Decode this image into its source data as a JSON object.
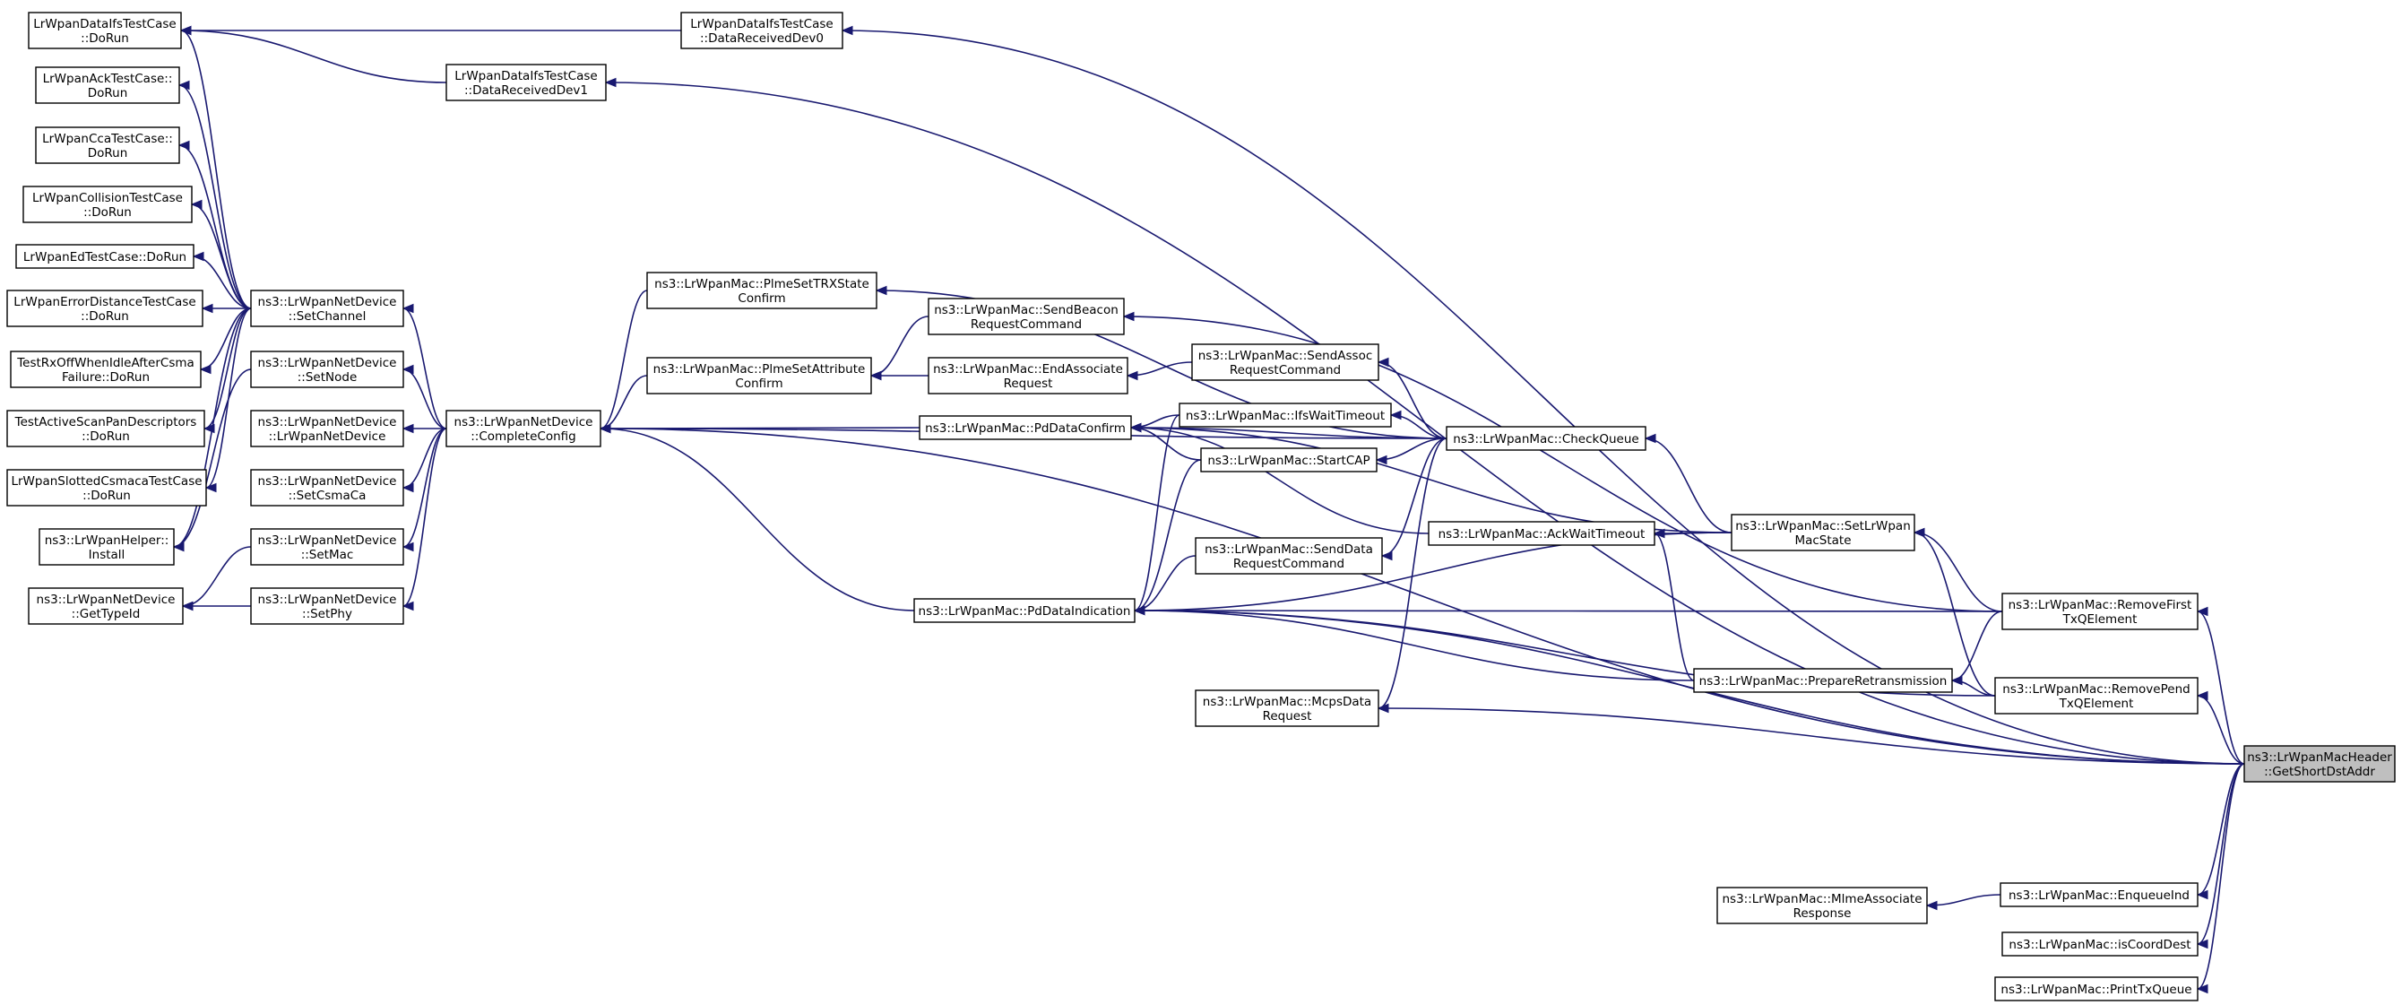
{
  "diagram": {
    "nodes": [
      {
        "id": "n_root",
        "lines": [
          "ns3::LrWpanMacHeader",
          "::GetShortDstAddr"
        ],
        "root": true
      },
      {
        "id": "n_ifs_run",
        "lines": [
          "LrWpanDataIfsTestCase",
          "::DoRun"
        ]
      },
      {
        "id": "n_dev0",
        "lines": [
          "LrWpanDataIfsTestCase",
          "::DataReceivedDev0"
        ]
      },
      {
        "id": "n_dev1",
        "lines": [
          "LrWpanDataIfsTestCase",
          "::DataReceivedDev1"
        ]
      },
      {
        "id": "n_ack",
        "lines": [
          "LrWpanAckTestCase::",
          "DoRun"
        ]
      },
      {
        "id": "n_cca",
        "lines": [
          "LrWpanCcaTestCase::",
          "DoRun"
        ]
      },
      {
        "id": "n_coll",
        "lines": [
          "LrWpanCollisionTestCase",
          "::DoRun"
        ]
      },
      {
        "id": "n_ed",
        "lines": [
          "LrWpanEdTestCase::DoRun"
        ]
      },
      {
        "id": "n_errd",
        "lines": [
          "LrWpanErrorDistanceTestCase",
          "::DoRun"
        ]
      },
      {
        "id": "n_rxoff",
        "lines": [
          "TestRxOffWhenIdleAfterCsma",
          "Failure::DoRun"
        ]
      },
      {
        "id": "n_scan",
        "lines": [
          "TestActiveScanPanDescriptors",
          "::DoRun"
        ]
      },
      {
        "id": "n_slot",
        "lines": [
          "LrWpanSlottedCsmacaTestCase",
          "::DoRun"
        ]
      },
      {
        "id": "n_helper",
        "lines": [
          "ns3::LrWpanHelper::",
          "Install"
        ]
      },
      {
        "id": "n_gettype",
        "lines": [
          "ns3::LrWpanNetDevice",
          "::GetTypeId"
        ]
      },
      {
        "id": "n_setchan",
        "lines": [
          "ns3::LrWpanNetDevice",
          "::SetChannel"
        ]
      },
      {
        "id": "n_setnode",
        "lines": [
          "ns3::LrWpanNetDevice",
          "::SetNode"
        ]
      },
      {
        "id": "n_ctor",
        "lines": [
          "ns3::LrWpanNetDevice",
          "::LrWpanNetDevice"
        ]
      },
      {
        "id": "n_setcsma",
        "lines": [
          "ns3::LrWpanNetDevice",
          "::SetCsmaCa"
        ]
      },
      {
        "id": "n_setmac",
        "lines": [
          "ns3::LrWpanNetDevice",
          "::SetMac"
        ]
      },
      {
        "id": "n_setphy",
        "lines": [
          "ns3::LrWpanNetDevice",
          "::SetPhy"
        ]
      },
      {
        "id": "n_complete",
        "lines": [
          "ns3::LrWpanNetDevice",
          "::CompleteConfig"
        ]
      },
      {
        "id": "n_trx",
        "lines": [
          "ns3::LrWpanMac::PlmeSetTRXState",
          "Confirm"
        ]
      },
      {
        "id": "n_attr",
        "lines": [
          "ns3::LrWpanMac::PlmeSetAttribute",
          "Confirm"
        ]
      },
      {
        "id": "n_beacon",
        "lines": [
          "ns3::LrWpanMac::SendBeacon",
          "RequestCommand"
        ]
      },
      {
        "id": "n_endassoc",
        "lines": [
          "ns3::LrWpanMac::EndAssociate",
          "Request"
        ]
      },
      {
        "id": "n_pdconf",
        "lines": [
          "ns3::LrWpanMac::PdDataConfirm"
        ]
      },
      {
        "id": "n_pdind",
        "lines": [
          "ns3::LrWpanMac::PdDataIndication"
        ]
      },
      {
        "id": "n_sendassoc",
        "lines": [
          "ns3::LrWpanMac::SendAssoc",
          "RequestCommand"
        ]
      },
      {
        "id": "n_ifswait",
        "lines": [
          "ns3::LrWpanMac::IfsWaitTimeout"
        ]
      },
      {
        "id": "n_startcap",
        "lines": [
          "ns3::LrWpanMac::StartCAP"
        ]
      },
      {
        "id": "n_senddata",
        "lines": [
          "ns3::LrWpanMac::SendData",
          "RequestCommand"
        ]
      },
      {
        "id": "n_mcps",
        "lines": [
          "ns3::LrWpanMac::McpsData",
          "Request"
        ]
      },
      {
        "id": "n_checkq",
        "lines": [
          "ns3::LrWpanMac::CheckQueue"
        ]
      },
      {
        "id": "n_ackwait",
        "lines": [
          "ns3::LrWpanMac::AckWaitTimeout"
        ]
      },
      {
        "id": "n_setstate",
        "lines": [
          "ns3::LrWpanMac::SetLrWpan",
          "MacState"
        ]
      },
      {
        "id": "n_prep",
        "lines": [
          "ns3::LrWpanMac::PrepareRetransmission"
        ]
      },
      {
        "id": "n_remfirst",
        "lines": [
          "ns3::LrWpanMac::RemoveFirst",
          "TxQElement"
        ]
      },
      {
        "id": "n_rempend",
        "lines": [
          "ns3::LrWpanMac::RemovePend",
          "TxQElement"
        ]
      },
      {
        "id": "n_mlme",
        "lines": [
          "ns3::LrWpanMac::MlmeAssociate",
          "Response"
        ]
      },
      {
        "id": "n_enqind",
        "lines": [
          "ns3::LrWpanMac::EnqueueInd"
        ]
      },
      {
        "id": "n_iscoord",
        "lines": [
          "ns3::LrWpanMac::isCoordDest"
        ]
      },
      {
        "id": "n_printtx",
        "lines": [
          "ns3::LrWpanMac::PrintTxQueue"
        ]
      }
    ],
    "edges": [
      [
        "n_ifs_run",
        "n_dev0"
      ],
      [
        "n_ifs_run",
        "n_dev1"
      ],
      [
        "n_ifs_run",
        "n_setchan"
      ],
      [
        "n_ack",
        "n_setchan"
      ],
      [
        "n_cca",
        "n_setchan"
      ],
      [
        "n_coll",
        "n_setchan"
      ],
      [
        "n_ed",
        "n_setchan"
      ],
      [
        "n_errd",
        "n_setchan"
      ],
      [
        "n_rxoff",
        "n_setchan"
      ],
      [
        "n_scan",
        "n_setchan"
      ],
      [
        "n_slot",
        "n_setchan"
      ],
      [
        "n_helper",
        "n_setchan"
      ],
      [
        "n_helper",
        "n_setnode"
      ],
      [
        "n_gettype",
        "n_setmac"
      ],
      [
        "n_gettype",
        "n_setphy"
      ],
      [
        "n_setchan",
        "n_complete"
      ],
      [
        "n_setnode",
        "n_complete"
      ],
      [
        "n_ctor",
        "n_complete"
      ],
      [
        "n_setcsma",
        "n_complete"
      ],
      [
        "n_setmac",
        "n_complete"
      ],
      [
        "n_setphy",
        "n_complete"
      ],
      [
        "n_complete",
        "n_trx"
      ],
      [
        "n_complete",
        "n_attr"
      ],
      [
        "n_complete",
        "n_pdconf"
      ],
      [
        "n_complete",
        "n_pdind"
      ],
      [
        "n_attr",
        "n_beacon"
      ],
      [
        "n_attr",
        "n_endassoc"
      ],
      [
        "n_endassoc",
        "n_sendassoc"
      ],
      [
        "n_pdconf",
        "n_ifswait"
      ],
      [
        "n_pdconf",
        "n_startcap"
      ],
      [
        "n_pdind",
        "n_ifswait"
      ],
      [
        "n_pdind",
        "n_startcap"
      ],
      [
        "n_pdind",
        "n_senddata"
      ],
      [
        "n_trx",
        "n_checkq"
      ],
      [
        "n_pdconf",
        "n_checkq"
      ],
      [
        "n_complete",
        "n_checkq"
      ],
      [
        "n_sendassoc",
        "n_checkq"
      ],
      [
        "n_ifswait",
        "n_checkq"
      ],
      [
        "n_startcap",
        "n_checkq"
      ],
      [
        "n_senddata",
        "n_checkq"
      ],
      [
        "n_mcps",
        "n_checkq"
      ],
      [
        "n_checkq",
        "n_setstate"
      ],
      [
        "n_pdconf",
        "n_setstate"
      ],
      [
        "n_ackwait",
        "n_setstate"
      ],
      [
        "n_pdind",
        "n_setstate"
      ],
      [
        "n_pdconf",
        "n_ackwait"
      ],
      [
        "n_ackwait",
        "n_prep"
      ],
      [
        "n_setstate",
        "n_remfirst"
      ],
      [
        "n_setstate",
        "n_rempend"
      ],
      [
        "n_prep",
        "n_remfirst"
      ],
      [
        "n_prep",
        "n_rempend"
      ],
      [
        "n_pdind",
        "n_remfirst"
      ],
      [
        "n_beacon",
        "n_remfirst"
      ],
      [
        "n_pdind",
        "n_prep"
      ],
      [
        "n_pdind",
        "n_rempend"
      ],
      [
        "n_mlme",
        "n_enqind"
      ],
      [
        "n_dev0",
        "n_root"
      ],
      [
        "n_dev1",
        "n_root"
      ],
      [
        "n_remfirst",
        "n_root"
      ],
      [
        "n_rempend",
        "n_root"
      ],
      [
        "n_mcps",
        "n_root"
      ],
      [
        "n_pdind",
        "n_root"
      ],
      [
        "n_complete",
        "n_root"
      ],
      [
        "n_enqind",
        "n_root"
      ],
      [
        "n_iscoord",
        "n_root"
      ],
      [
        "n_printtx",
        "n_root"
      ]
    ]
  }
}
